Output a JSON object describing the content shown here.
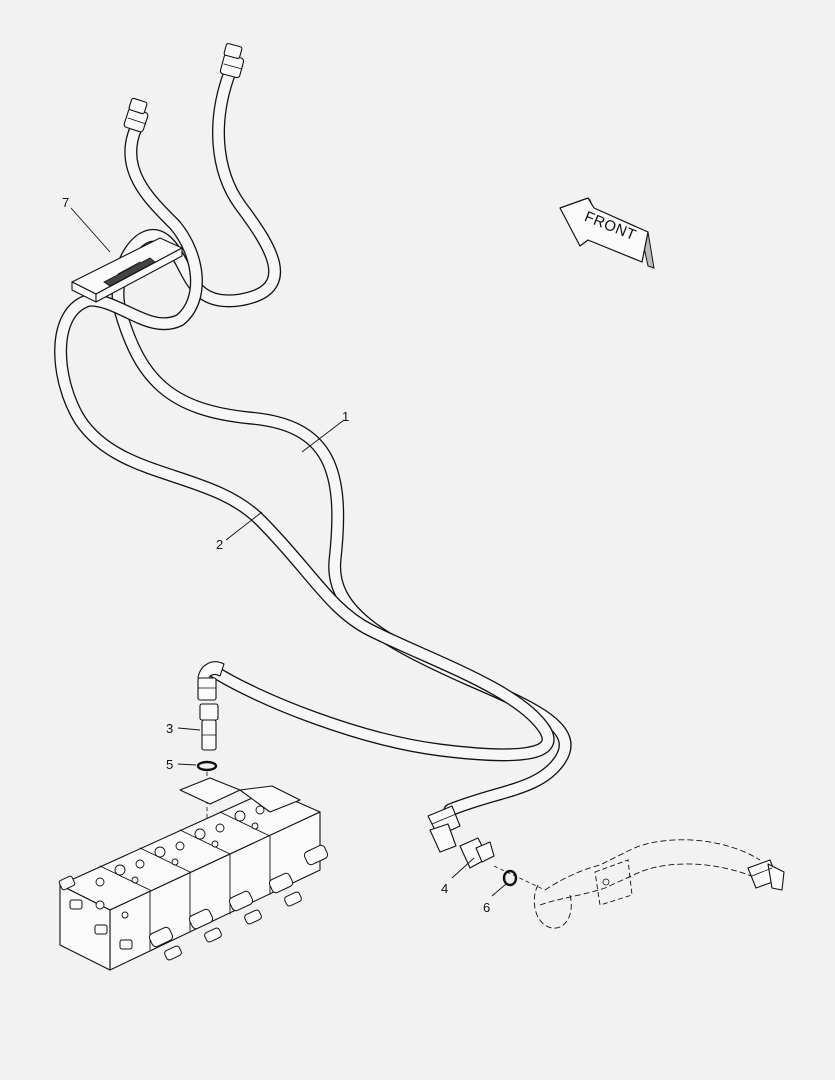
{
  "callouts": [
    {
      "id": "1",
      "label": "1"
    },
    {
      "id": "2",
      "label": "2"
    },
    {
      "id": "3",
      "label": "3"
    },
    {
      "id": "4",
      "label": "4"
    },
    {
      "id": "5",
      "label": "5"
    },
    {
      "id": "6",
      "label": "6"
    },
    {
      "id": "7",
      "label": "7"
    }
  ],
  "direction_arrow": {
    "label": "FRONT"
  }
}
